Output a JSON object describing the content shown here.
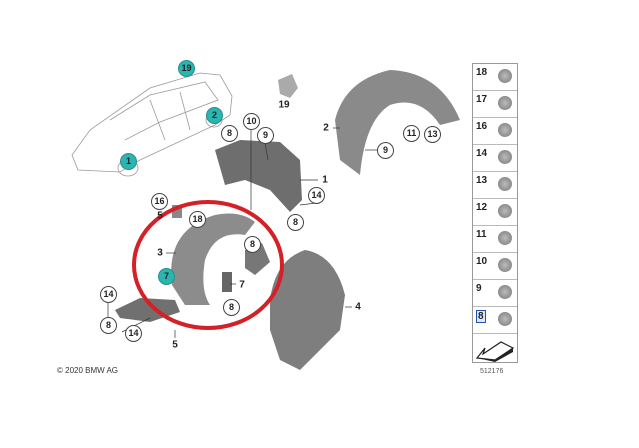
{
  "copyright": "© 2020 BMW AG",
  "diagram_number": "512176",
  "highlight_color": "#d42027",
  "callout_color": "#2bb5b0",
  "callouts": [
    "19",
    "2",
    "1",
    "19",
    "10",
    "8",
    "9",
    "1",
    "14",
    "8",
    "2",
    "11",
    "13",
    "9",
    "16",
    "5",
    "18",
    "3",
    "7",
    "8",
    "7",
    "8",
    "14",
    "8",
    "14",
    "5",
    "4"
  ],
  "parts_panel": {
    "items": [
      "18",
      "17",
      "16",
      "14",
      "13",
      "12",
      "11",
      "10",
      "9",
      "8"
    ],
    "selected": "8"
  }
}
